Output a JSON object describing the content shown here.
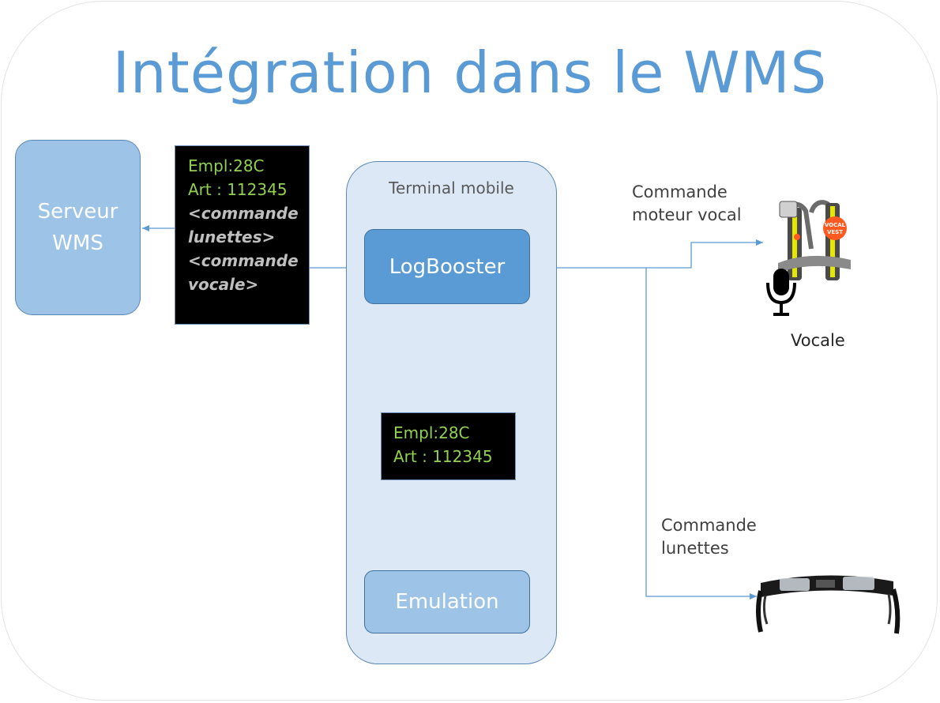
{
  "title": "Intégration dans le WMS",
  "server": {
    "line1": "Serveur",
    "line2": "WMS"
  },
  "message_box": {
    "empl": "Empl:28C",
    "art": "Art : 112345",
    "cmd1a": "<commande",
    "cmd1b": "lunettes>",
    "cmd2a": "<commande",
    "cmd2b": "vocale>"
  },
  "terminal": {
    "label": "Terminal mobile"
  },
  "logbooster": {
    "label": "LogBooster"
  },
  "emulation": {
    "label": "Emulation"
  },
  "screen_box": {
    "empl": "Empl:28C",
    "art": "Art : 112345"
  },
  "voice": {
    "cmd_line1": "Commande",
    "cmd_line2": "moteur vocal",
    "device_label": "Vocale",
    "vest_logo_line1": "VOCAL",
    "vest_logo_line2": "VEST"
  },
  "glasses": {
    "cmd_line1": "Commande",
    "cmd_line2": "lunettes"
  },
  "colors": {
    "title": "#5b9bd5",
    "line": "#5b9bd5",
    "box_dark": "#5b9bd5",
    "box_light": "#9dc3e6",
    "green_text": "#92d050"
  }
}
